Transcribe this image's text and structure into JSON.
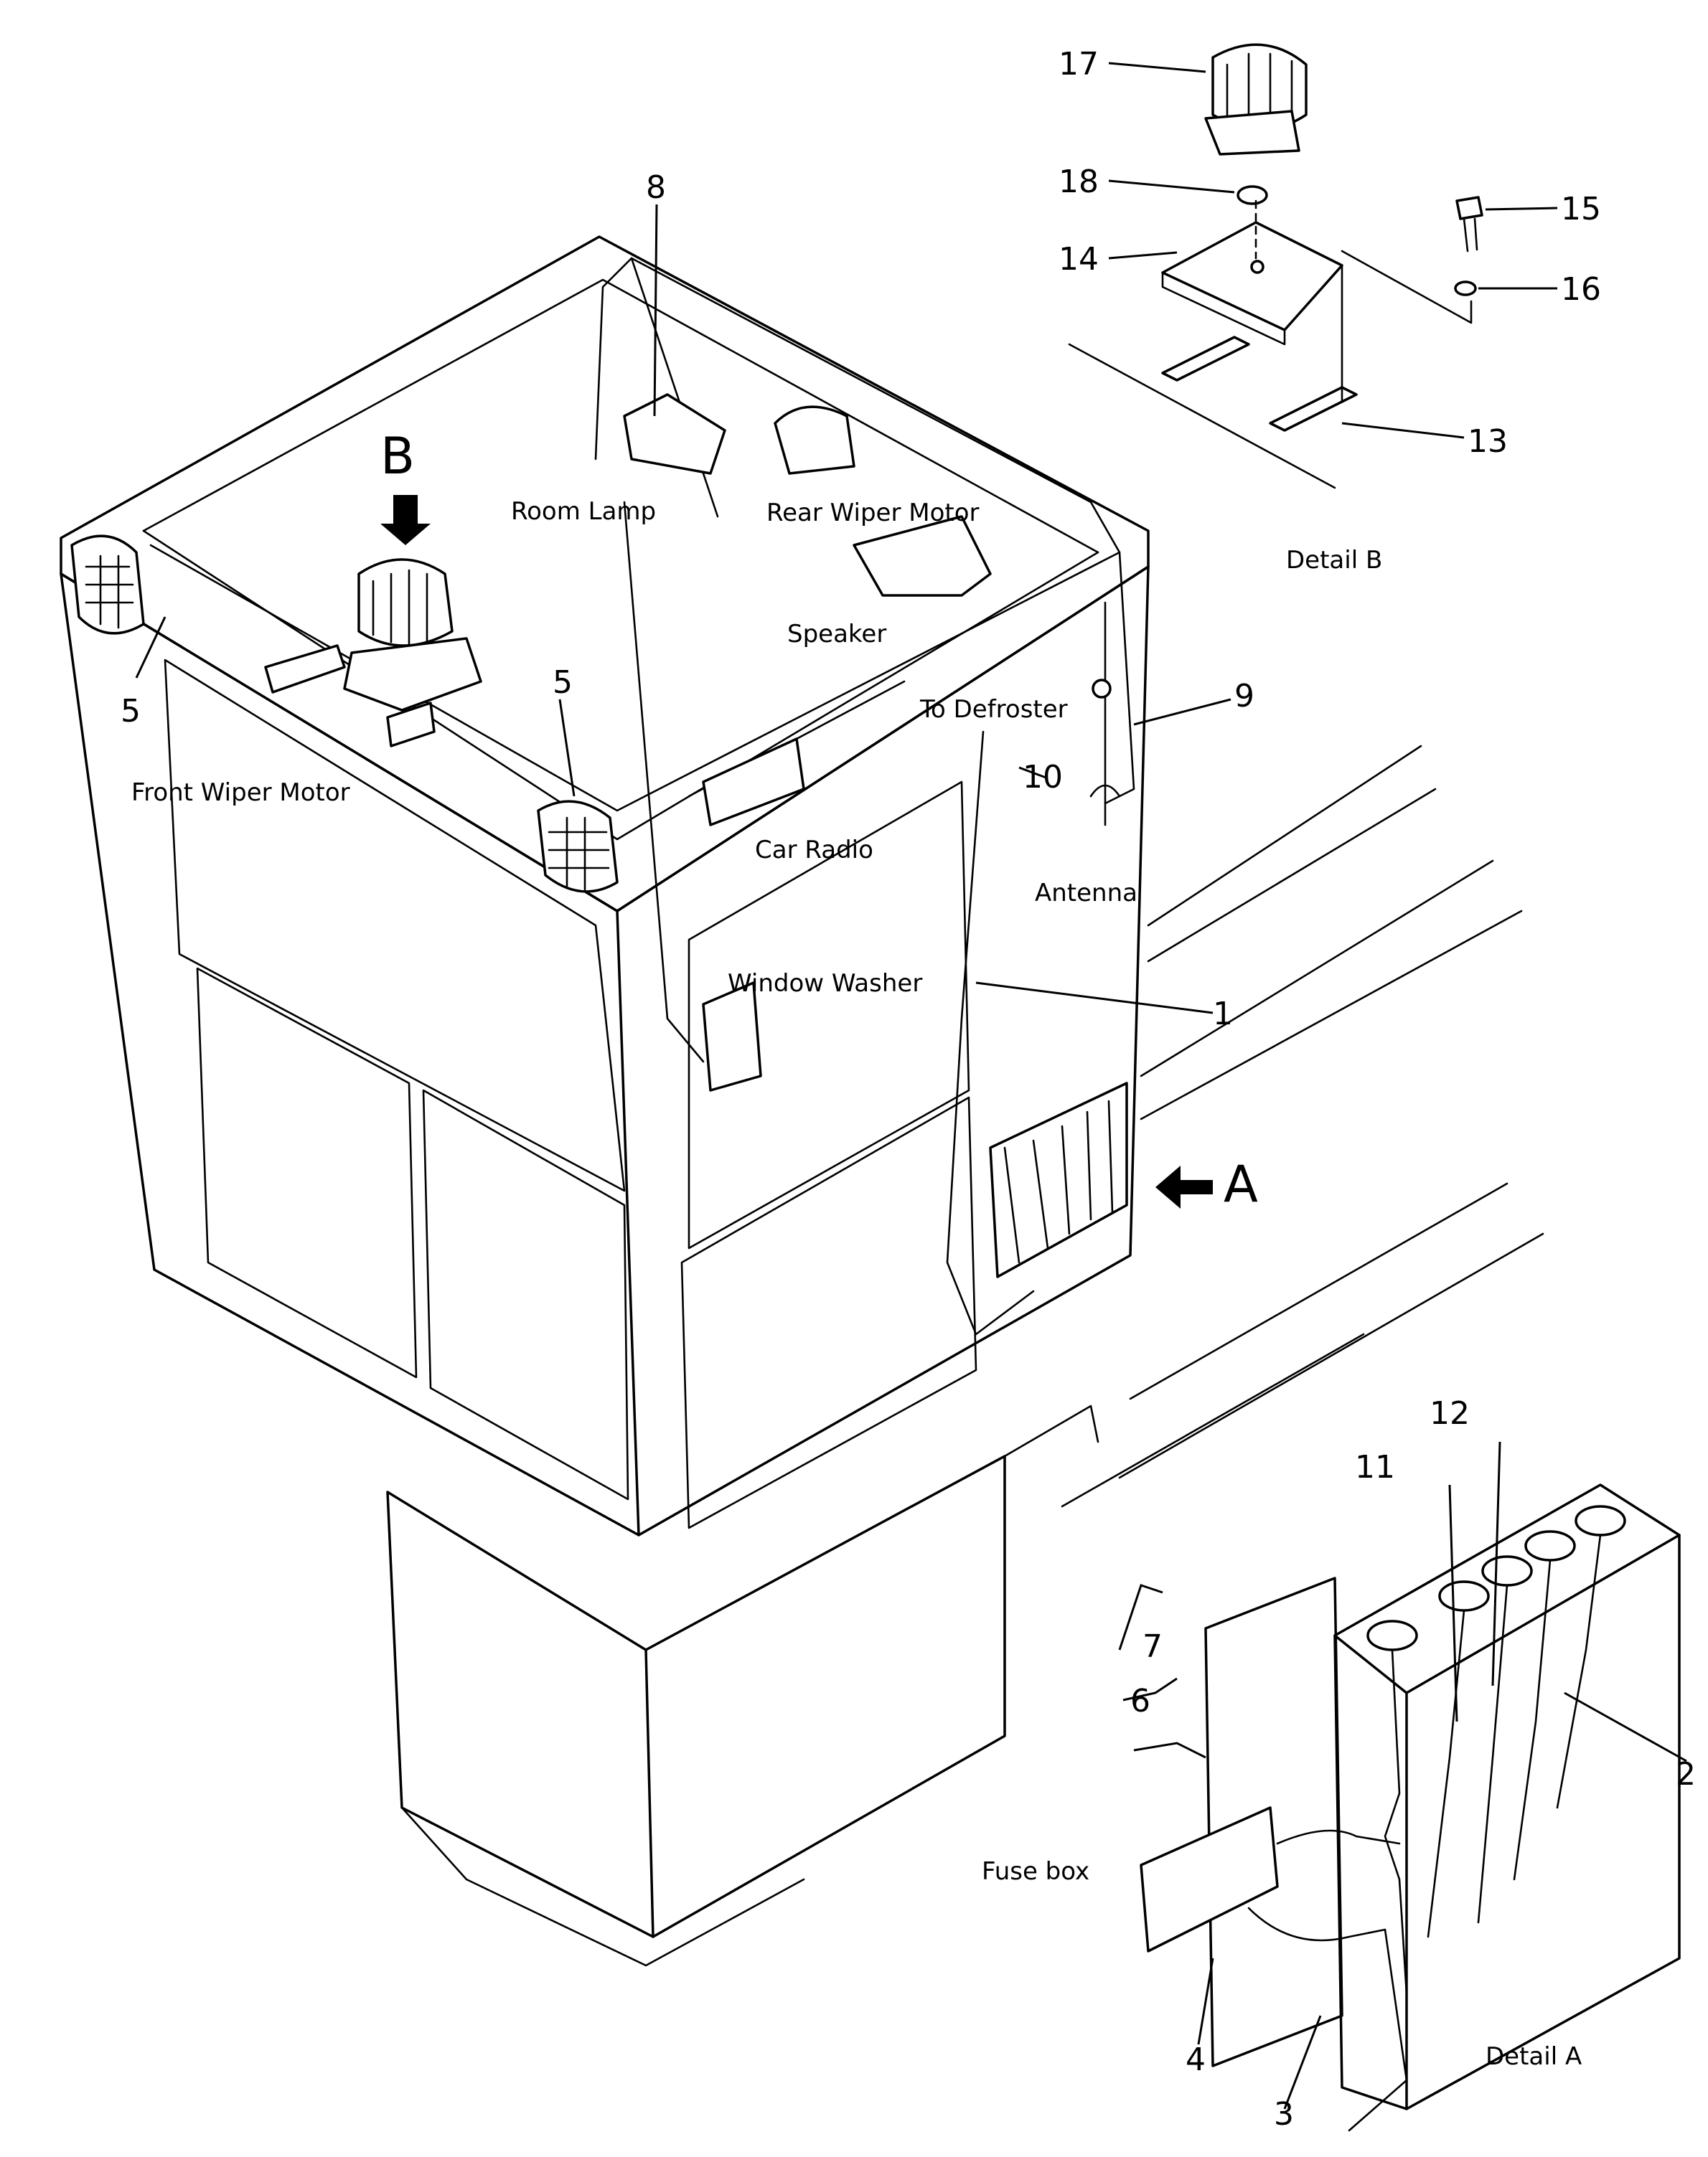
{
  "labels": {
    "room_lamp": "Room Lamp",
    "rear_wiper_motor": "Rear Wiper Motor",
    "speaker": "Speaker",
    "to_defroster": "To Defroster",
    "front_wiper_motor": "Front Wiper Motor",
    "car_radio": "Car Radio",
    "antenna": "Antenna",
    "window_washer": "Window Washer",
    "detail_b": "Detail B",
    "detail_a": "Detail A",
    "fuse_box": "Fuse box"
  },
  "view_arrows": {
    "a": "A",
    "b": "B"
  },
  "callouts": {
    "n1": "1",
    "n2": "2",
    "n3": "3",
    "n4": "4",
    "n5a": "5",
    "n5b": "5",
    "n6": "6",
    "n7": "7",
    "n8": "8",
    "n9": "9",
    "n10": "10",
    "n11": "11",
    "n12": "12",
    "n13": "13",
    "n14": "14",
    "n15": "15",
    "n16": "16",
    "n17": "17",
    "n18": "18"
  }
}
